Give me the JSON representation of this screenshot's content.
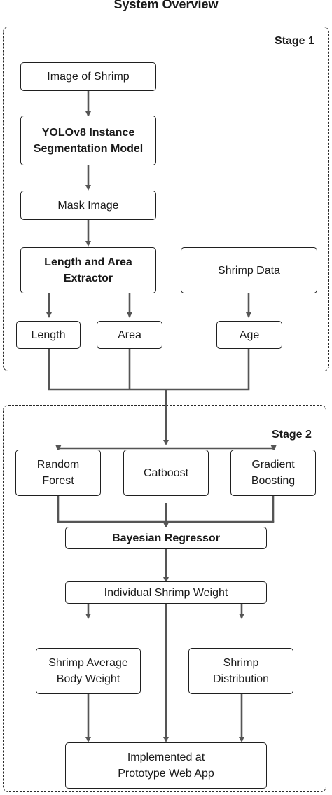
{
  "title": "System Overview",
  "stages": {
    "stage1": "Stage 1",
    "stage2": "Stage 2"
  },
  "nodes": {
    "image_of_shrimp": "Image of Shrimp",
    "yolo_line1": "YOLOv8 Instance",
    "yolo_line2": "Segmentation Model",
    "mask_image": "Mask Image",
    "extractor_line1": "Length and Area",
    "extractor_line2": "Extractor",
    "shrimp_data": "Shrimp Data",
    "length": "Length",
    "area": "Area",
    "age": "Age",
    "rf_line1": "Random",
    "rf_line2": "Forest",
    "catboost": "Catboost",
    "gb_line1": "Gradient",
    "gb_line2": "Boosting",
    "bayesian": "Bayesian Regressor",
    "individual_weight": "Individual Shrimp Weight",
    "abw_line1": "Shrimp Average",
    "abw_line2": "Body Weight",
    "dist_line1": "Shrimp",
    "dist_line2": "Distribution",
    "webapp_line1": "Implemented at",
    "webapp_line2": "Prototype Web App"
  }
}
